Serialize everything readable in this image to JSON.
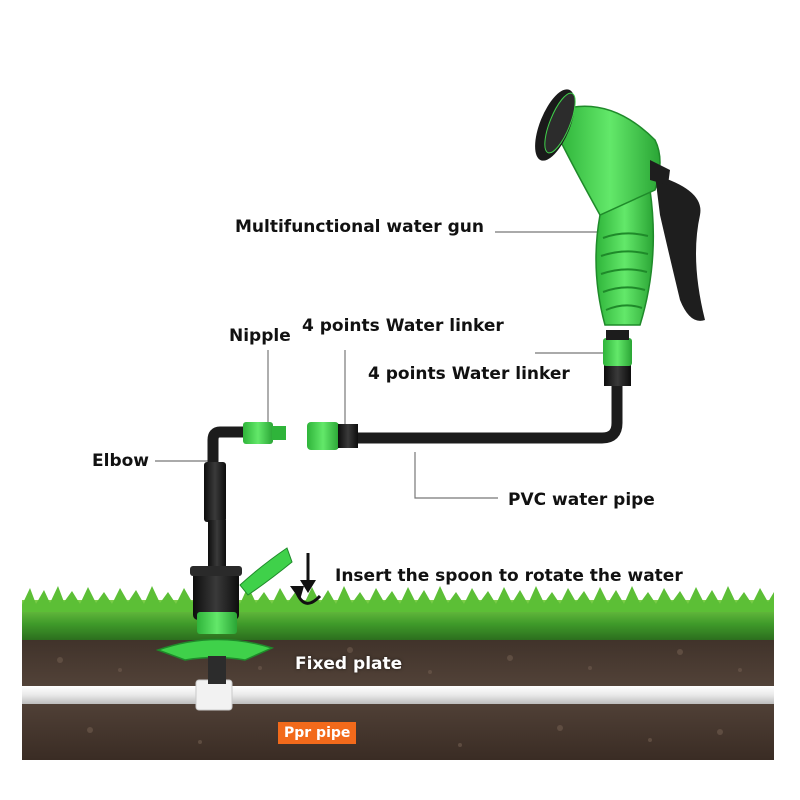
{
  "labels": {
    "water_gun": "Multifunctional water gun",
    "nipple": "Nipple",
    "linker_top": "4 points Water linker",
    "linker_right": "4 points Water linker",
    "elbow": "Elbow",
    "pvc_pipe": "PVC water pipe",
    "insert_spoon": "Insert the spoon to rotate the water",
    "fixed_plate": "Fixed plate",
    "ppr_pipe": "Ppr pipe"
  },
  "colors": {
    "fitting_green": "#3fd14a",
    "pipe_black": "#1c1c1c",
    "grass": "#3f9a2a",
    "soil": "#4a3a30",
    "badge_orange": "#f26a1b",
    "leader_gray": "#777777"
  }
}
